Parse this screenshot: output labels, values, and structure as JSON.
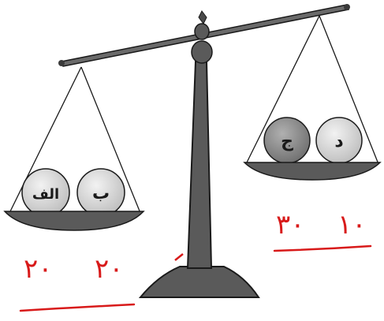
{
  "balls": {
    "left_a": "الف",
    "left_b": "ب",
    "right_c": "ج",
    "right_d": "د"
  },
  "annotations": {
    "left_weights": [
      "٢٠",
      "٢٠"
    ],
    "right_weights": [
      "٣٠",
      "١٠"
    ]
  },
  "colors": {
    "ink": "#1a1a1a",
    "steel": "#5a5a5a",
    "light_ball": "#d6d6d6",
    "dark_ball": "#8c8c8c",
    "red_pen": "#d81a1a"
  }
}
